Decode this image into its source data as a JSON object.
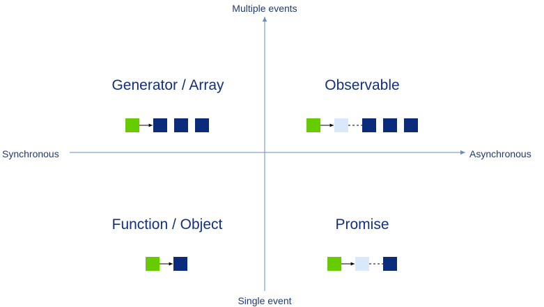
{
  "axes": {
    "top_label": "Multiple events",
    "bottom_label": "Single event",
    "left_label": "Synchronous",
    "right_label": "Asynchronous"
  },
  "quadrants": {
    "top_left": {
      "title": "Generator / Array"
    },
    "top_right": {
      "title": "Observable"
    },
    "bottom_left": {
      "title": "Function / Object"
    },
    "bottom_right": {
      "title": "Promise"
    }
  },
  "colors": {
    "axis": "#6a8cbf",
    "start_box": "#66cc00",
    "event_box": "#0b2c7a",
    "pending_box": "#dae8fc",
    "label_text": "#1f3a6e",
    "title_text": "#13307a",
    "connector": "#000000"
  }
}
